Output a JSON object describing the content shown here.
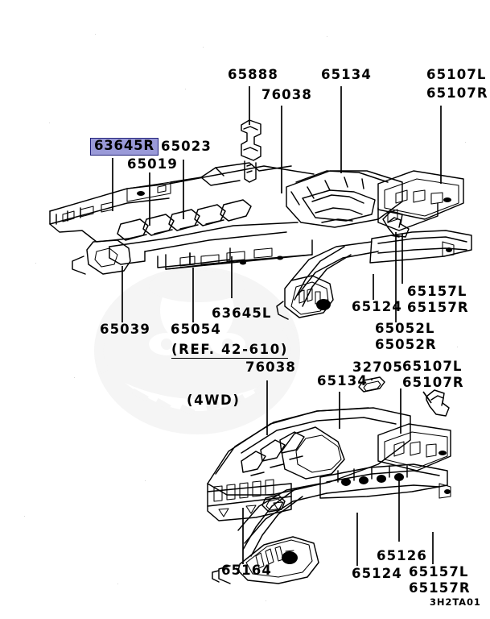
{
  "diagram": {
    "title": "Mitsubishi floor pan and side member parts diagram",
    "footer_code": "3H2TA01",
    "reference_note": "(REF. 42-610)",
    "variant_note": "(4WD)",
    "highlight_color": "#9a9ad8",
    "highlight_border_color": "#22227a",
    "line_color": "#000000",
    "background_color": "#ffffff"
  },
  "upper_assembly": {
    "labels": [
      {
        "id": "63645R",
        "text": "63645R",
        "highlighted": true
      },
      {
        "id": "65019",
        "text": "65019",
        "highlighted": false
      },
      {
        "id": "65023",
        "text": "65023",
        "highlighted": false
      },
      {
        "id": "65888",
        "text": "65888",
        "highlighted": false
      },
      {
        "id": "76038-upper",
        "text": "76038",
        "highlighted": false
      },
      {
        "id": "65134-upper",
        "text": "65134",
        "highlighted": false
      },
      {
        "id": "65107L-upper",
        "text": "65107L",
        "highlighted": false
      },
      {
        "id": "65107R-upper",
        "text": "65107R",
        "highlighted": false
      },
      {
        "id": "65039",
        "text": "65039",
        "highlighted": false
      },
      {
        "id": "65054",
        "text": "65054",
        "highlighted": false
      },
      {
        "id": "63645L",
        "text": "63645L",
        "highlighted": false
      },
      {
        "id": "65124-upper",
        "text": "65124",
        "highlighted": false
      },
      {
        "id": "65157L-upper",
        "text": "65157L",
        "highlighted": false
      },
      {
        "id": "65157R-upper",
        "text": "65157R",
        "highlighted": false
      },
      {
        "id": "65052L",
        "text": "65052L",
        "highlighted": false
      },
      {
        "id": "65052R",
        "text": "65052R",
        "highlighted": false
      }
    ]
  },
  "lower_assembly": {
    "section_note": "(REF. 42-610)",
    "drivetrain_note": "(4WD)",
    "labels": [
      {
        "id": "76038-lower",
        "text": "76038",
        "highlighted": false
      },
      {
        "id": "65134-lower",
        "text": "65134",
        "highlighted": false
      },
      {
        "id": "32705",
        "text": "32705",
        "highlighted": false
      },
      {
        "id": "65107L-lower",
        "text": "65107L",
        "highlighted": false
      },
      {
        "id": "65107R-lower",
        "text": "65107R",
        "highlighted": false
      },
      {
        "id": "65164",
        "text": "65164",
        "highlighted": false
      },
      {
        "id": "65124-lower",
        "text": "65124",
        "highlighted": false
      },
      {
        "id": "65126",
        "text": "65126",
        "highlighted": false
      },
      {
        "id": "65157L-lower",
        "text": "65157L",
        "highlighted": false
      },
      {
        "id": "65157R-lower",
        "text": "65157R",
        "highlighted": false
      }
    ]
  }
}
